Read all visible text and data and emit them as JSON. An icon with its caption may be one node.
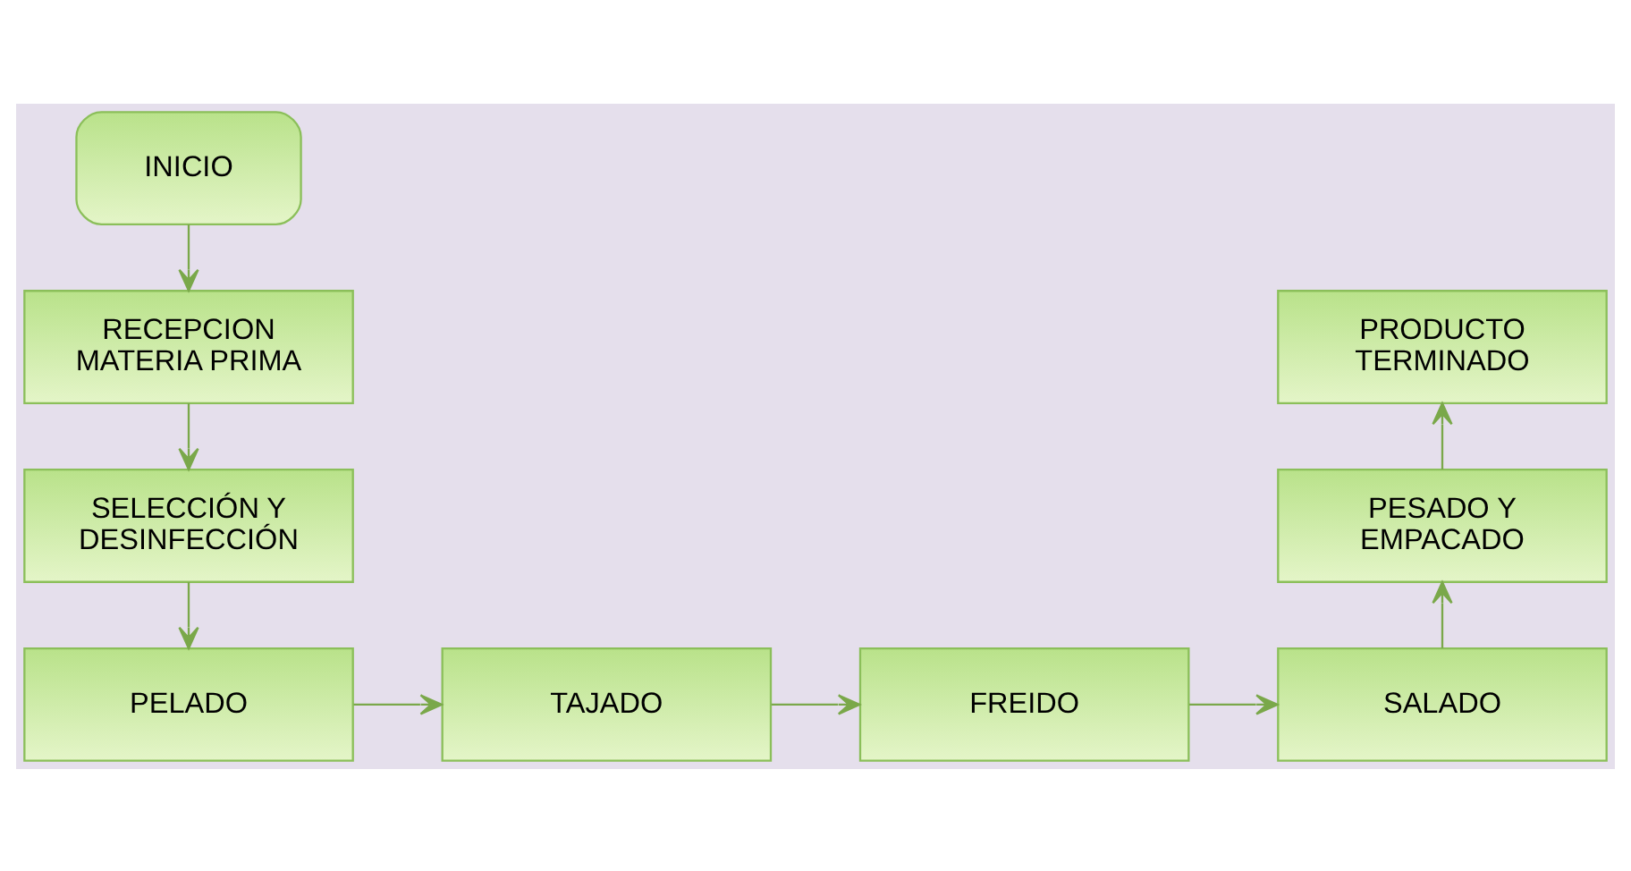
{
  "diagram": {
    "nodes": [
      {
        "text": [
          "INICIO"
        ]
      },
      {
        "text": [
          "RECEPCION MATERIA PRIMA"
        ]
      },
      {
        "text": [
          "SELECCIÓN Y DESINFECCIÓN"
        ]
      },
      {
        "text": [
          "PELADO"
        ]
      },
      {
        "text": [
          "TAJADO"
        ]
      },
      {
        "text": [
          "FREIDO"
        ]
      },
      {
        "text": [
          "SALADO"
        ]
      },
      {
        "text": [
          "PESADO Y EMPACADO"
        ]
      },
      {
        "text": [
          "PRODUCTO TERMINADO"
        ]
      }
    ],
    "edges": [
      {
        "from": 0,
        "to": 1,
        "arrow": "to"
      },
      {
        "from": 1,
        "to": 2,
        "arrow": "to"
      },
      {
        "from": 2,
        "to": 3,
        "arrow": "to"
      },
      {
        "from": 3,
        "to": 4,
        "arrow": "to"
      },
      {
        "from": 4,
        "to": 5,
        "arrow": "to"
      },
      {
        "from": 5,
        "to": 6,
        "arrow": "to"
      },
      {
        "from": 6,
        "to": 7,
        "arrow": "to"
      },
      {
        "from": 7,
        "to": 8,
        "arrow": "to"
      }
    ]
  }
}
